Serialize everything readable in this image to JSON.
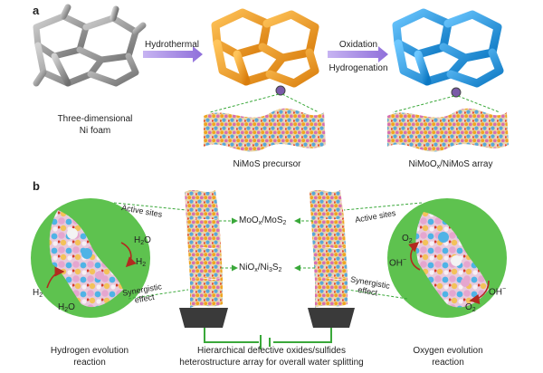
{
  "panel_a": {
    "letter": "a",
    "arrow1_label": "Hydrothermal",
    "arrow2_label_line1": "Oxidation",
    "arrow2_label_line2": "Hydrogenation",
    "foam_label_line1": "Three-dimensional",
    "foam_label_line2": "Ni foam",
    "precursor_label": "NiMoS precursor",
    "array_label_prefix": "NiMoO",
    "array_label_sub": "x",
    "array_label_suffix": "/NiMoS array"
  },
  "panel_b": {
    "letter": "b",
    "left_active_sites": "Active sites",
    "left_synergistic": "Synergistic",
    "left_effect": "effect",
    "right_active_sites": "Active sites",
    "right_synergistic": "Synergistic",
    "right_effect": "effect",
    "moox_main": "MoO",
    "moox_sub1": "x",
    "moox_mid": "/MoS",
    "moox_sub2": "2",
    "niox_main": "NiO",
    "niox_sub1": "x",
    "niox_mid": "/Ni",
    "niox_sub2": "3",
    "niox_end": "S",
    "niox_sub3": "2",
    "h2o_top": "H",
    "h2_right": "H",
    "h2_left": "H",
    "h2o_bottom": "H",
    "o2_top": "O",
    "oh_left": "OH",
    "oh_right": "OH",
    "o2_bottom": "O",
    "her_line1": "Hydrogen evolution",
    "her_line2": "reaction",
    "center_line1": "Hierarchical defective oxides/sulfides",
    "center_line2": "heterostructure array for overall water splitting",
    "oer_line1": "Oxygen evolution",
    "oer_line2": "reaction"
  },
  "colors": {
    "foam_gray": "#8c8c8c",
    "precursor_orange": "#f29a1e",
    "array_blue": "#1d9be6",
    "arrow_purple": "#a98de3",
    "circle_green": "#5ec24f",
    "dashed_green": "#3aa83a",
    "red_arrow": "#c0392b"
  }
}
